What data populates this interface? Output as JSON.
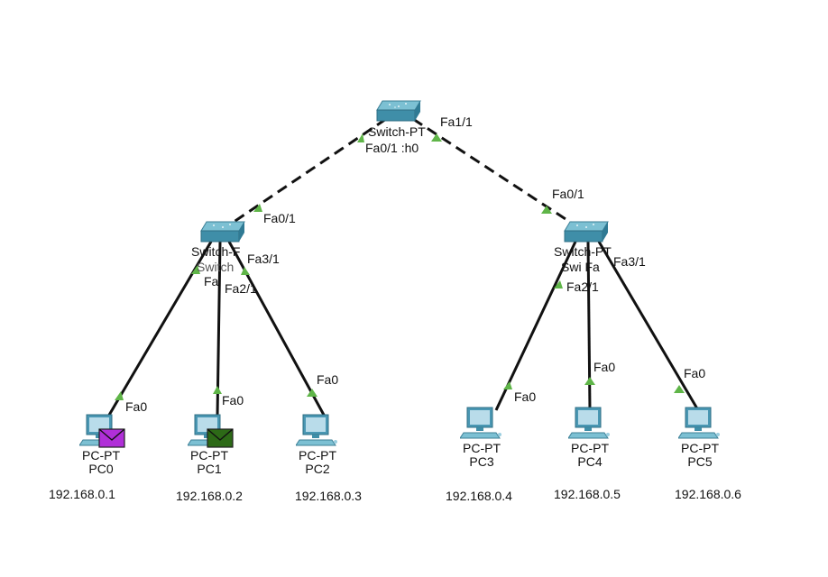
{
  "title": "Packet Tracer Logical Topology",
  "colors": {
    "link": "#111111",
    "link_up": "#5fb548",
    "switch_top": "#6fb3c6",
    "switch_side": "#3f8aa2",
    "pc_screen": "#b9dcea",
    "pc_body": "#4a97b3",
    "envelope_pc0": "#b02fd8",
    "envelope_pc1": "#2d6a17"
  },
  "switches": [
    {
      "id": "sw-core",
      "type": "Switch-PT",
      "label_line1": "Switch-PT",
      "label_line2": "Fa0/1 :h0"
    },
    {
      "id": "sw-left",
      "type": "Switch-PT",
      "label_line1": "Switch-F",
      "label_line2": "Switch"
    },
    {
      "id": "sw-right",
      "type": "Switch-PT",
      "label_line1": "Switch-PT",
      "label_line2": "Swi Fa"
    }
  ],
  "pcs": [
    {
      "id": "pc0",
      "type": "PC-PT",
      "name": "PC0",
      "ip": "192.168.0.1",
      "port": "Fa0",
      "envelope": "purple"
    },
    {
      "id": "pc1",
      "type": "PC-PT",
      "name": "PC1",
      "ip": "192.168.0.2",
      "port": "Fa0",
      "envelope": "green"
    },
    {
      "id": "pc2",
      "type": "PC-PT",
      "name": "PC2",
      "ip": "192.168.0.3",
      "port": "Fa0",
      "envelope": null
    },
    {
      "id": "pc3",
      "type": "PC-PT",
      "name": "PC3",
      "ip": "192.168.0.4",
      "port": "Fa0",
      "envelope": null
    },
    {
      "id": "pc4",
      "type": "PC-PT",
      "name": "PC4",
      "ip": "192.168.0.5",
      "port": "Fa0",
      "envelope": null
    },
    {
      "id": "pc5",
      "type": "PC-PT",
      "name": "PC5",
      "ip": "192.168.0.6",
      "port": "Fa0",
      "envelope": null
    }
  ],
  "links": [
    {
      "from": "sw-core",
      "to": "sw-left",
      "style": "crossover",
      "from_port": "",
      "to_port": "Fa0/1"
    },
    {
      "from": "sw-core",
      "to": "sw-right",
      "style": "crossover",
      "from_port": "Fa1/1",
      "to_port": "Fa0/1"
    },
    {
      "from": "sw-left",
      "to": "pc0",
      "style": "straight",
      "from_port": "Fa",
      "to_port": "Fa0"
    },
    {
      "from": "sw-left",
      "to": "pc1",
      "style": "straight",
      "from_port": "Fa2/1",
      "to_port": "Fa0"
    },
    {
      "from": "sw-left",
      "to": "pc2",
      "style": "straight",
      "from_port": "Fa3/1",
      "to_port": "Fa0"
    },
    {
      "from": "sw-right",
      "to": "pc3",
      "style": "straight",
      "from_port": "",
      "to_port": "Fa0"
    },
    {
      "from": "sw-right",
      "to": "pc4",
      "style": "straight",
      "from_port": "Fa2/1",
      "to_port": "Fa0"
    },
    {
      "from": "sw-right",
      "to": "pc5",
      "style": "straight",
      "from_port": "Fa3/1",
      "to_port": "Fa0"
    }
  ]
}
